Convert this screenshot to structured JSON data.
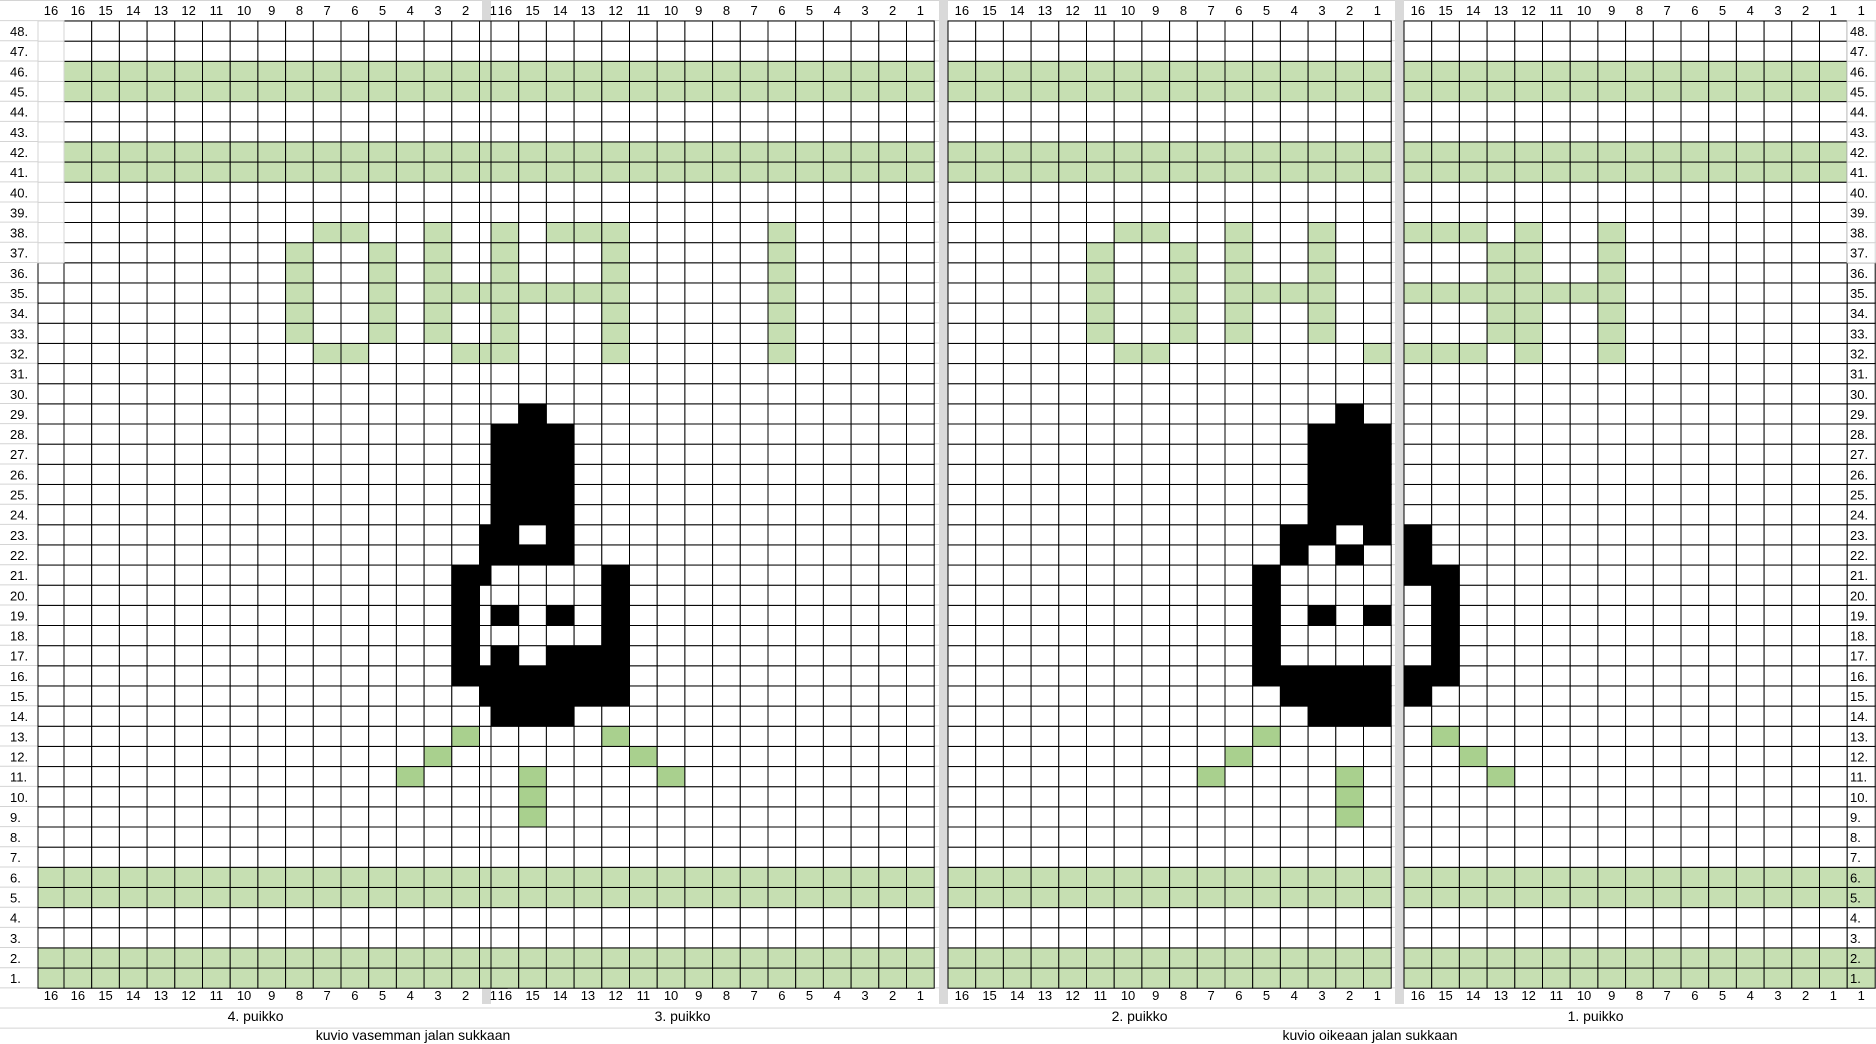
{
  "chart": {
    "rows": 48,
    "cols_per_panel": 16,
    "colors": {
      "grid_line": "#000000",
      "sheet_line": "#d4d4d4",
      "separator": "#d9d9d9",
      "green": "#c6dfb2",
      "green_dark": "#a9d08e",
      "black": "#000000",
      "white": "#ffffff"
    },
    "panels": [
      {
        "label": "4. puikko",
        "green_rows": [
          1,
          2,
          5,
          6,
          41,
          42,
          45,
          46
        ]
      },
      {
        "label": "3. puikko",
        "green_rows": [
          1,
          2,
          5,
          6,
          41,
          42,
          45,
          46
        ]
      },
      {
        "label": "2. puikko",
        "green_rows": [
          1,
          2,
          5,
          6,
          41,
          42,
          45,
          46
        ]
      },
      {
        "label": "1. puikko",
        "green_rows": [
          1,
          2,
          5,
          6,
          41,
          42,
          45,
          46
        ]
      }
    ],
    "captions": [
      "kuvio vasemman jalan sukkaan",
      "kuvio oikeaan jalan sukkaan"
    ],
    "cells": {
      "p0": {
        "green": [
          [
            38,
            7
          ],
          [
            38,
            6
          ],
          [
            38,
            3
          ],
          [
            37,
            8
          ],
          [
            37,
            5
          ],
          [
            37,
            3
          ],
          [
            36,
            8
          ],
          [
            36,
            5
          ],
          [
            36,
            3
          ],
          [
            35,
            8
          ],
          [
            35,
            5
          ],
          [
            35,
            3
          ],
          [
            35,
            2
          ],
          [
            35,
            1
          ],
          [
            34,
            8
          ],
          [
            34,
            5
          ],
          [
            34,
            3
          ],
          [
            33,
            8
          ],
          [
            33,
            5
          ],
          [
            33,
            3
          ],
          [
            32,
            7
          ],
          [
            32,
            6
          ],
          [
            32,
            2
          ],
          [
            32,
            1
          ],
          [
            13,
            2
          ],
          [
            12,
            3
          ],
          [
            11,
            4
          ]
        ],
        "black": [
          [
            23,
            1
          ],
          [
            22,
            1
          ],
          [
            21,
            2
          ],
          [
            21,
            1
          ],
          [
            20,
            2
          ],
          [
            19,
            2
          ],
          [
            18,
            2
          ],
          [
            17,
            2
          ],
          [
            16,
            2
          ],
          [
            16,
            1
          ],
          [
            15,
            1
          ]
        ]
      },
      "p1": {
        "green": [
          [
            38,
            16
          ],
          [
            38,
            14
          ],
          [
            38,
            13
          ],
          [
            38,
            12
          ],
          [
            38,
            6
          ],
          [
            37,
            16
          ],
          [
            37,
            12
          ],
          [
            37,
            6
          ],
          [
            36,
            16
          ],
          [
            36,
            12
          ],
          [
            36,
            6
          ],
          [
            35,
            16
          ],
          [
            35,
            15
          ],
          [
            35,
            14
          ],
          [
            35,
            13
          ],
          [
            35,
            12
          ],
          [
            35,
            6
          ],
          [
            34,
            16
          ],
          [
            34,
            12
          ],
          [
            34,
            6
          ],
          [
            33,
            16
          ],
          [
            33,
            12
          ],
          [
            33,
            6
          ],
          [
            32,
            16
          ],
          [
            32,
            12
          ],
          [
            32,
            6
          ],
          [
            13,
            12
          ],
          [
            12,
            11
          ],
          [
            11,
            10
          ],
          [
            11,
            15
          ],
          [
            10,
            15
          ],
          [
            9,
            15
          ]
        ],
        "black": [
          [
            29,
            15
          ],
          [
            28,
            16
          ],
          [
            28,
            15
          ],
          [
            28,
            14
          ],
          [
            27,
            16
          ],
          [
            27,
            15
          ],
          [
            27,
            14
          ],
          [
            26,
            16
          ],
          [
            26,
            15
          ],
          [
            26,
            14
          ],
          [
            25,
            16
          ],
          [
            25,
            15
          ],
          [
            25,
            14
          ],
          [
            24,
            16
          ],
          [
            24,
            15
          ],
          [
            24,
            14
          ],
          [
            23,
            16
          ],
          [
            23,
            14
          ],
          [
            22,
            16
          ],
          [
            22,
            15
          ],
          [
            22,
            14
          ],
          [
            21,
            12
          ],
          [
            20,
            12
          ],
          [
            19,
            16
          ],
          [
            19,
            14
          ],
          [
            19,
            12
          ],
          [
            18,
            12
          ],
          [
            17,
            16
          ],
          [
            17,
            14
          ],
          [
            17,
            13
          ],
          [
            17,
            12
          ],
          [
            16,
            16
          ],
          [
            16,
            15
          ],
          [
            16,
            14
          ],
          [
            16,
            13
          ],
          [
            16,
            12
          ],
          [
            15,
            16
          ],
          [
            15,
            15
          ],
          [
            15,
            14
          ],
          [
            15,
            13
          ],
          [
            15,
            12
          ],
          [
            14,
            16
          ],
          [
            14,
            15
          ],
          [
            14,
            14
          ]
        ]
      },
      "p2": {
        "green": [
          [
            38,
            10
          ],
          [
            38,
            9
          ],
          [
            38,
            6
          ],
          [
            38,
            3
          ],
          [
            37,
            11
          ],
          [
            37,
            8
          ],
          [
            37,
            6
          ],
          [
            37,
            3
          ],
          [
            36,
            11
          ],
          [
            36,
            8
          ],
          [
            36,
            6
          ],
          [
            36,
            3
          ],
          [
            35,
            11
          ],
          [
            35,
            8
          ],
          [
            35,
            6
          ],
          [
            35,
            5
          ],
          [
            35,
            4
          ],
          [
            35,
            3
          ],
          [
            34,
            11
          ],
          [
            34,
            8
          ],
          [
            34,
            6
          ],
          [
            34,
            3
          ],
          [
            33,
            11
          ],
          [
            33,
            8
          ],
          [
            33,
            6
          ],
          [
            33,
            3
          ],
          [
            32,
            10
          ],
          [
            32,
            9
          ],
          [
            32,
            1
          ],
          [
            13,
            5
          ],
          [
            12,
            6
          ],
          [
            11,
            7
          ],
          [
            11,
            2
          ],
          [
            10,
            2
          ],
          [
            9,
            2
          ]
        ],
        "black": [
          [
            29,
            2
          ],
          [
            28,
            3
          ],
          [
            28,
            2
          ],
          [
            28,
            1
          ],
          [
            27,
            3
          ],
          [
            27,
            2
          ],
          [
            27,
            1
          ],
          [
            26,
            3
          ],
          [
            26,
            2
          ],
          [
            26,
            1
          ],
          [
            25,
            3
          ],
          [
            25,
            2
          ],
          [
            25,
            1
          ],
          [
            24,
            3
          ],
          [
            24,
            2
          ],
          [
            24,
            1
          ],
          [
            23,
            4
          ],
          [
            23,
            3
          ],
          [
            23,
            1
          ],
          [
            22,
            4
          ],
          [
            22,
            2
          ],
          [
            21,
            5
          ],
          [
            20,
            5
          ],
          [
            19,
            5
          ],
          [
            19,
            3
          ],
          [
            19,
            1
          ],
          [
            18,
            5
          ],
          [
            17,
            5
          ],
          [
            16,
            5
          ],
          [
            16,
            4
          ],
          [
            16,
            3
          ],
          [
            16,
            2
          ],
          [
            16,
            1
          ],
          [
            15,
            4
          ],
          [
            15,
            3
          ],
          [
            15,
            2
          ],
          [
            15,
            1
          ],
          [
            14,
            3
          ],
          [
            14,
            2
          ],
          [
            14,
            1
          ]
        ]
      },
      "p3": {
        "green": [
          [
            38,
            16
          ],
          [
            38,
            15
          ],
          [
            38,
            14
          ],
          [
            38,
            12
          ],
          [
            38,
            9
          ],
          [
            37,
            13
          ],
          [
            37,
            12
          ],
          [
            37,
            9
          ],
          [
            36,
            13
          ],
          [
            36,
            12
          ],
          [
            36,
            9
          ],
          [
            35,
            16
          ],
          [
            35,
            15
          ],
          [
            35,
            14
          ],
          [
            35,
            13
          ],
          [
            35,
            12
          ],
          [
            35,
            11
          ],
          [
            35,
            10
          ],
          [
            35,
            9
          ],
          [
            34,
            13
          ],
          [
            34,
            12
          ],
          [
            34,
            9
          ],
          [
            33,
            13
          ],
          [
            33,
            12
          ],
          [
            33,
            9
          ],
          [
            32,
            16
          ],
          [
            32,
            15
          ],
          [
            32,
            14
          ],
          [
            32,
            12
          ],
          [
            32,
            9
          ],
          [
            13,
            15
          ],
          [
            12,
            14
          ],
          [
            11,
            13
          ]
        ],
        "black": [
          [
            23,
            16
          ],
          [
            22,
            16
          ],
          [
            21,
            16
          ],
          [
            21,
            15
          ],
          [
            20,
            15
          ],
          [
            19,
            15
          ],
          [
            18,
            15
          ],
          [
            17,
            15
          ],
          [
            16,
            16
          ],
          [
            16,
            15
          ],
          [
            15,
            16
          ]
        ]
      }
    }
  }
}
